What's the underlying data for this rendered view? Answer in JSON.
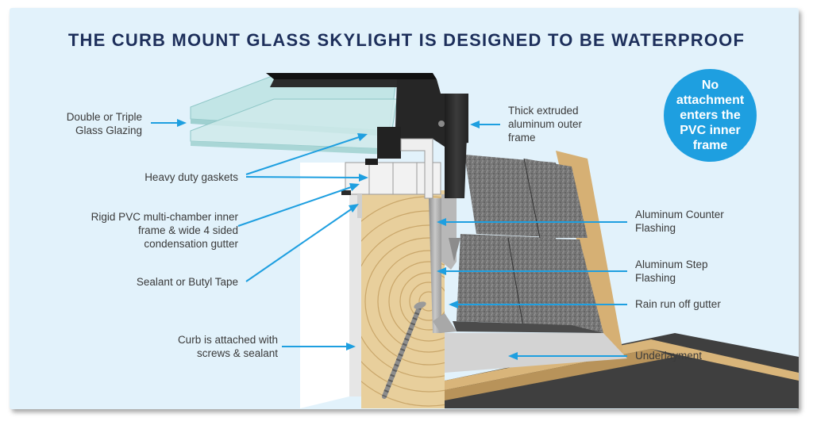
{
  "title": "THE CURB MOUNT GLASS SKYLIGHT IS DESIGNED TO BE WATERPROOF",
  "callout": {
    "lines": [
      "No",
      "attachment",
      "enters the",
      "PVC inner",
      "frame"
    ]
  },
  "labels": {
    "glazing": [
      "Double or Triple",
      "Glass Glazing"
    ],
    "gaskets": [
      "Heavy duty gaskets"
    ],
    "pvc_frame": [
      "Rigid PVC multi-chamber inner",
      "frame & wide 4 sided",
      "condensation gutter"
    ],
    "sealant": [
      "Sealant or Butyl Tape"
    ],
    "curb": [
      "Curb is attached with",
      "screws & sealant"
    ],
    "outer_frame": [
      "Thick extruded",
      "aluminum outer",
      "frame"
    ],
    "counter_flashing": [
      "Aluminum Counter",
      "Flashing"
    ],
    "step_flashing": [
      "Aluminum Step",
      "Flashing"
    ],
    "gutter": [
      "Rain run off gutter"
    ],
    "underlayment": [
      "Underlayment"
    ]
  },
  "colors": {
    "background": "#e2f2fb",
    "title": "#1d2f5b",
    "accent": "#1e9fe0",
    "label_text": "#3a3a3a"
  }
}
